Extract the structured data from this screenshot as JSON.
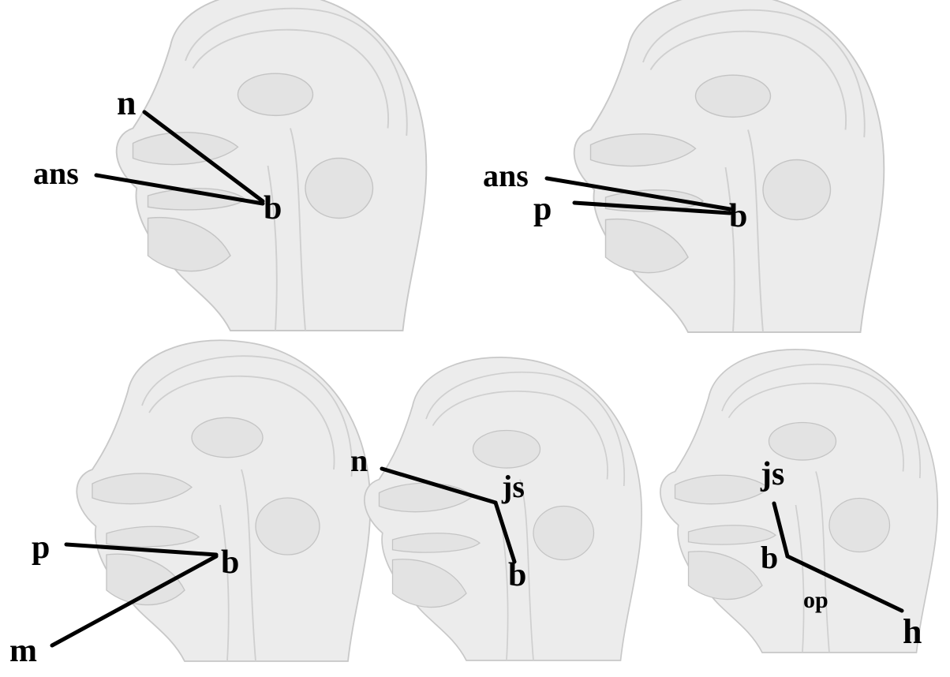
{
  "panels": [
    {
      "labels": [
        "n",
        "ans",
        "b"
      ]
    },
    {
      "labels": [
        "ans",
        "p",
        "b"
      ]
    },
    {
      "labels": [
        "p",
        "b",
        "m"
      ]
    },
    {
      "labels": [
        "n",
        "js",
        "b"
      ]
    },
    {
      "labels": [
        "js",
        "b",
        "op",
        "h"
      ]
    }
  ],
  "colors": {
    "line": "#000000",
    "anatomy": "#e6e6e6"
  }
}
